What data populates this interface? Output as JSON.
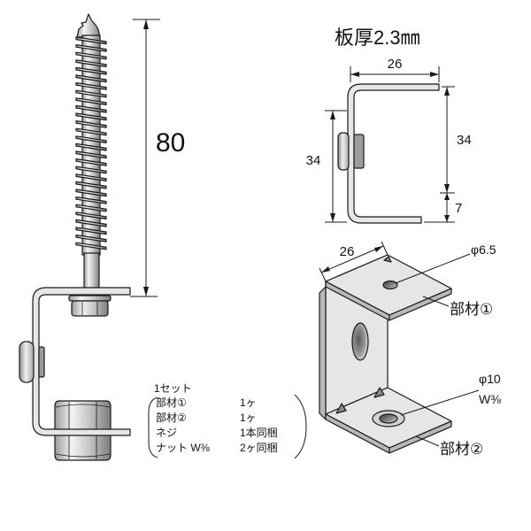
{
  "screw_view": {
    "height_dimension": "80"
  },
  "profile_view": {
    "thickness_label": "板厚2.3㎜",
    "width_dimension": "26",
    "left_height_dimension": "34",
    "right_height_dimension": "34",
    "offset_dimension": "7"
  },
  "isometric_view": {
    "width_dimension": "26",
    "upper_hole_label": "φ6.5",
    "upper_part_label": "部材①",
    "lower_hole_label": "φ10",
    "lower_thread_label": "W⅜",
    "lower_part_label": "部材②"
  },
  "parts_list": {
    "heading": "1セット",
    "items": [
      {
        "name": "部材①",
        "qty": "1ヶ"
      },
      {
        "name": "部材②",
        "qty": "1ヶ"
      },
      {
        "name": "ネジ",
        "qty": "1本同梱"
      },
      {
        "name": "ナット W⅜",
        "qty": "2ヶ同梱"
      }
    ]
  },
  "colors": {
    "line": "#1a1a1a",
    "plate": "#e6e6e6",
    "plate_edge": "#b9b9b9",
    "background": "#ffffff"
  }
}
